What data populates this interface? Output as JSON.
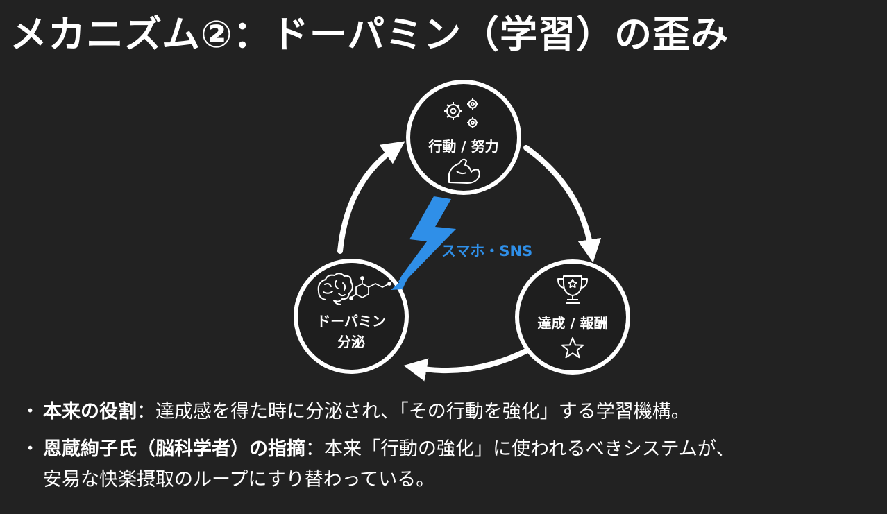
{
  "slide": {
    "title": "メカニズム②：ドーパミン（学習）の歪み",
    "background": "#222222"
  },
  "diagram": {
    "nodes": [
      {
        "id": "action",
        "label": "行動 / 努力",
        "icons": [
          "gears-icon",
          "flexed-bicep-icon"
        ]
      },
      {
        "id": "achievement",
        "label": "達成 / 報酬",
        "icons": [
          "trophy-icon",
          "star-icon"
        ]
      },
      {
        "id": "dopamine",
        "label_lines": [
          "ドーパミン",
          "分泌"
        ],
        "icons": [
          "brain-icon",
          "molecule-icon"
        ]
      }
    ],
    "shortcut": {
      "label": "スマホ・SNS",
      "color": "#2f8fe8",
      "icon": "lightning-bolt-icon"
    },
    "cycle_order": [
      "行動 / 努力",
      "達成 / 報酬",
      "ドーパミン 分泌"
    ]
  },
  "bullets": [
    {
      "marker": "・",
      "strong": "本来の役割",
      "separator": "：",
      "text": "達成感を得た時に分泌され、「その行動を強化」する学習機構。"
    },
    {
      "marker": "・",
      "strong": "恩蔵絢子氏（脳科学者）の指摘",
      "separator": "：",
      "text": "本来「行動の強化」に使われるべきシステムが、",
      "continuation": "安易な快楽摂取のループにすり替わっている。"
    }
  ]
}
